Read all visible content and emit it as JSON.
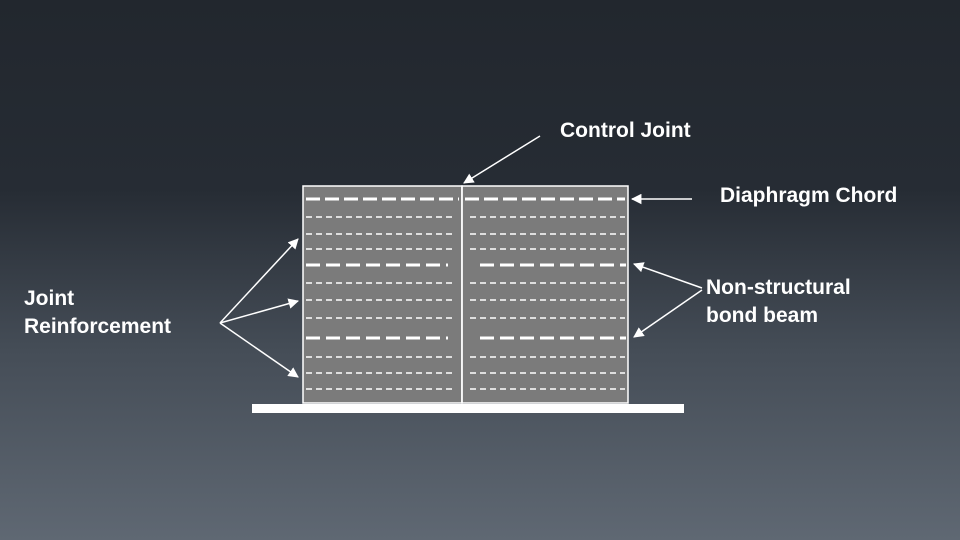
{
  "labels": {
    "control_joint": "Control Joint",
    "diaphragm_chord": "Diaphragm Chord",
    "nonstructural_bond_beam": [
      "Non-structural",
      "bond beam"
    ],
    "joint_reinforcement": [
      "Joint",
      "Reinforcement"
    ]
  },
  "colors": {
    "wall_fill": "#7b7b7b",
    "line": "#ffffff"
  }
}
